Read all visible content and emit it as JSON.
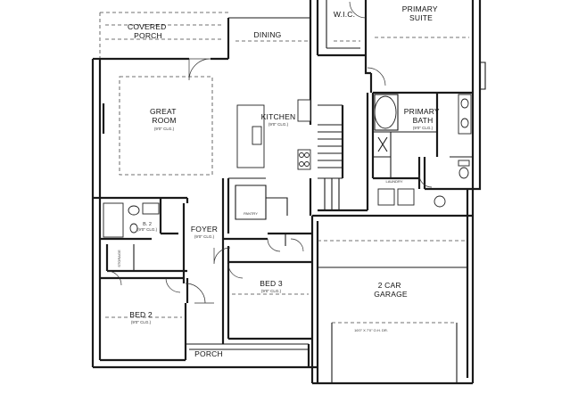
{
  "rooms": {
    "covered_porch": "COVERED\nPORCH",
    "dining": "DINING",
    "wic": "W.I.C.",
    "primary_suite": "PRIMARY\nSUITE",
    "great_room": "GREAT\nROOM",
    "great_room_ceiling": "(9'0\" CLG.)",
    "kitchen": "KITCHEN",
    "kitchen_ceiling": "(9'0\" CLG.)",
    "primary_bath": "PRIMARY\nBATH",
    "primary_bath_ceiling": "(9'0\" CLG.)",
    "bath2": "B. 2",
    "bath2_ceiling": "(9'0\" CLG.)",
    "foyer": "FOYER",
    "foyer_ceiling": "(9'0\" CLG.)",
    "bed3": "BED 3",
    "bed3_ceiling": "(9'0\" CLG.)",
    "bed2": "BED 2",
    "bed2_ceiling": "(9'0\" CLG.)",
    "garage": "2 CAR\nGARAGE",
    "porch": "PORCH",
    "pantry": "PANTRY",
    "laundry": "LAUNDRY",
    "storage": "STORAGE",
    "garage_door": "16'0\" X 7'0\" O.H. DR."
  }
}
